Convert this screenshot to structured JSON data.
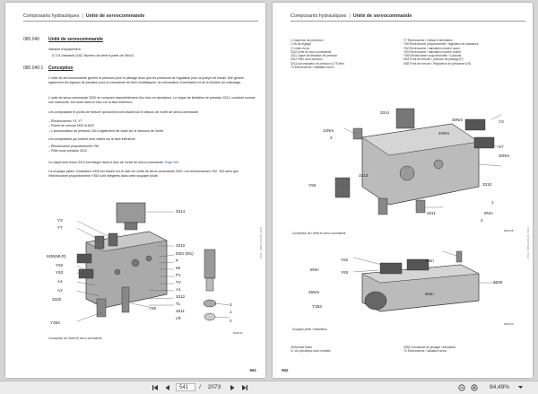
{
  "left_page": {
    "header_section": "Composants hydrauliques",
    "header_title": "Unité de servocommande",
    "sec1_num": "080.040",
    "sec1_title": "Unité de servocommande",
    "variant_label": "Variante d'équipement :",
    "variant_item": "A 714-Standard 1182, Numéro de série à partir de 0N414",
    "sec2_num": "080.040.1",
    "sec2_title": "Conception",
    "para1": "L'unité de servocommande génère la pression pour le pilotage ainsi que les pressions de régulation pour la pompe de travail. Elle génère également les signaux de pression pour la commande du frein multidisques, du mécanisme d'orientation et de la fonction de crabotage.",
    "para2": "L'unité de servo-commande 3320 se compose essentiellement d'un bloc en aluminium. Le clapet de limitation de pression 3311, construit comme une cartouche, est vissé dans ce bloc sur la face inférieure.",
    "para3": "Les composants et points de mesure qui suivent sont vissés sur le dessus de l'unité de servo-commande.",
    "bullets1": [
      "Électrovannes Y3, Y7",
      "Points de mesure M33 et M3Y",
      "L'accumulateur de pression 3314 également est vissé sur le dessous de l'unité."
    ],
    "para4": "Les composants qui suivent sont vissés sur la face inférieure.",
    "bullets2": [
      "Électrovanne proportionnelle Y50",
      "Filtre sous pression 3312"
    ],
    "para5a": "Le clapet anti-retour 3313 est intégré dans le bloc de l'unité de servo-commande.",
    "para5_link": "Page 562",
    "para6": "La soupape pilote / translation 3328 est vissée sur le côté de l'unité de servo-commande 3320. Les électrovannes Y62, Y63 ainsi que l'électrovanne proportionnelle Y353 sont intégrées dans cette soupape pilote.",
    "labels": {
      "y3": "Y3",
      "y7": "Y7",
      "m36": "M36(MLR)",
      "y62": "Y62",
      "y63": "Y63",
      "a4": "A4",
      "a2": "A2",
      "n3320": "3320",
      "y353": "Y353",
      "n3314": "3314",
      "n3310": "3310",
      "m33": "M33 (M1)",
      "p": "P",
      "mi": "MI",
      "p1": "P1",
      "tv": "TV",
      "a1": "A1",
      "n3312": "3312",
      "tl": "TL",
      "l3": "3",
      "y50": "Y50",
      "n3311": "3311",
      "lr": "LR",
      "l1": "1",
      "l2": "2"
    },
    "caption": "Conception de l'unité de servo-commande",
    "fig_code": "MA0743",
    "page_number": "561",
    "side_text": "A714 - 8003.1.84.01 / 0.03"
  },
  "right_page": {
    "header_section": "Composants hydrauliques",
    "header_title": "Unité de servocommande",
    "list_left": [
      "1 Capuchon de protection",
      "2 Vis de réglage",
      "3 Contre-écrou",
      "3310 Unité de servo-commande",
      "3311 Clapet de limitation de pression",
      "3312 Filtre sous pression",
      "3314 Accumulateur de pression (0,75 litre)",
      "Y3 Électrovanne / Validation servo"
    ],
    "list_right": [
      "Y7 Électrovanne / Vitesse d'orientation",
      "Y50 Électrovanne proportionnelle / régulation de puissance",
      "Y62 Électrovanne / translation marche avant",
      "Y63 Électrovanne / translation marche arrière",
      "Y353 Électrovanne proportionnelle / Conduite",
      "M33 Point de mesure / pression de pilotage (P)",
      "M36 Point de mesure / Régulateur de puissance (LR)"
    ],
    "labels": {
      "n12": "12Nm",
      "n3": "3",
      "n40a": "40Nm",
      "n3314": "3314",
      "n40b": "40Nm",
      "y3": "Y3",
      "y7": "Y7",
      "n40c": "40Nm",
      "y50": "Y50",
      "n3313": "3313",
      "n3310": "3310",
      "n3311": "3311",
      "n8": "8Nm",
      "n1": "1",
      "n2": "2"
    },
    "caption1": "Conception de l'unité de servo-commande",
    "fig_code1": "MA0748",
    "labels2": {
      "n8a": "8Nm",
      "y62": "Y62",
      "y63": "Y63",
      "n8b": "8Nm",
      "n8c": "8Nm",
      "n25": "25Nm",
      "y353": "Y353",
      "n3328": "3328"
    },
    "caption2": "Soupape pilote / translation",
    "fig_code2": "MA0763",
    "list_bottom_left": [
      "36 Bracket Motel",
      "11 Vis cylindrique avec rondelle"
    ],
    "list_bottom_right": [
      "3328 Commande de pilotage / translation",
      "Y3 Électrovanne / validation servo"
    ],
    "page_number": "562",
    "side_text": "A714 - 8003.1.84.01 / 0.03"
  },
  "toolbar": {
    "page_current": "541",
    "page_sep": "/",
    "page_total": "2073",
    "zoom": "84,49%"
  }
}
